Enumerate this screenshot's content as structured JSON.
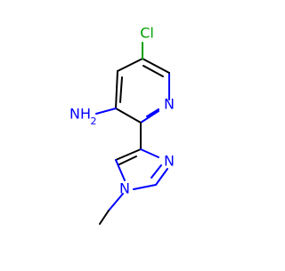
{
  "molecule": {
    "atoms": {
      "chlorine": "Cl",
      "pyridine_n": "N",
      "amine": "NH",
      "amine_sub": "2",
      "imidazole_n3": "N",
      "imidazole_n1": "N"
    },
    "colors": {
      "bond": "#000000",
      "nitrogen": "#0000ff",
      "chlorine": "#00a000",
      "background": "#ffffff"
    }
  }
}
